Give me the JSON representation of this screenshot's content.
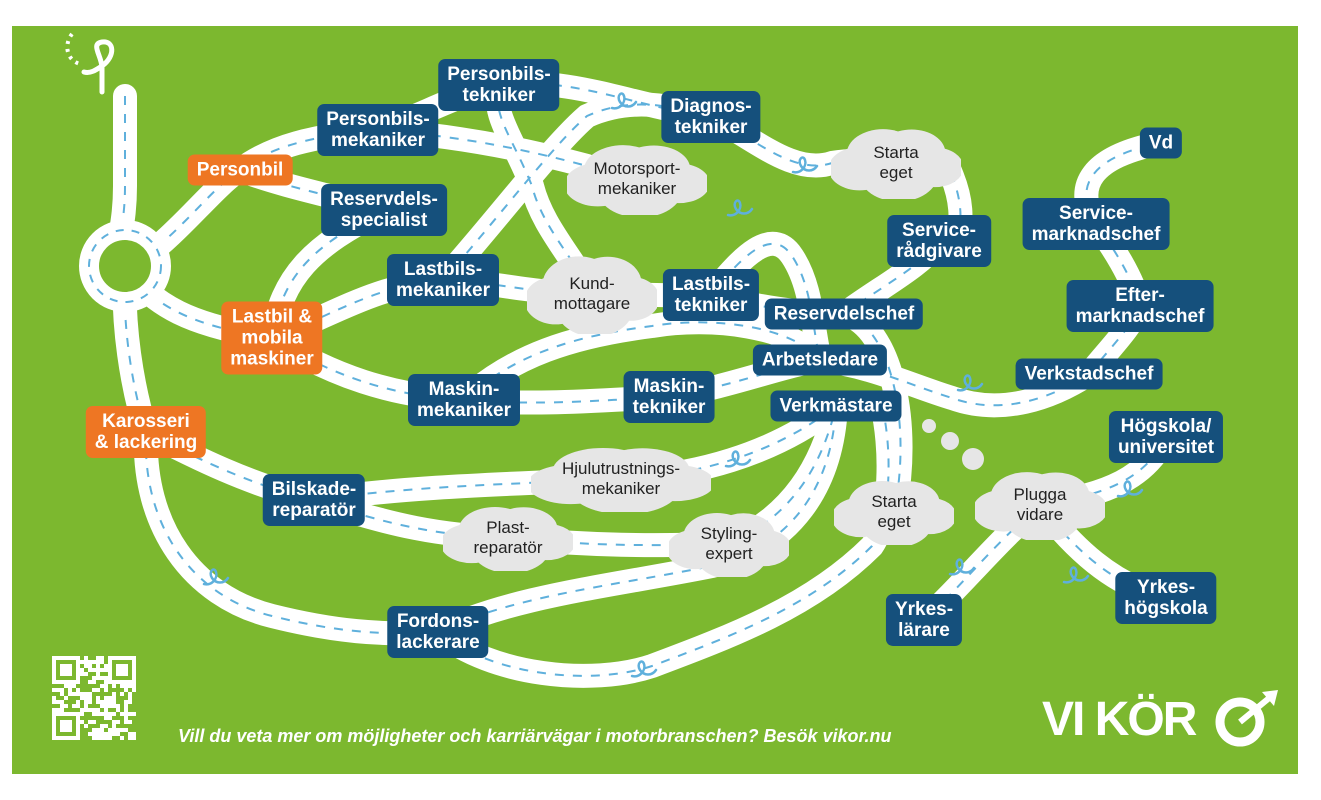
{
  "colors": {
    "background": "#7cb82f",
    "road": "#ffffff",
    "road_dash": "#5fb0dc",
    "node_blue": "#15507c",
    "node_orange": "#ee7623",
    "cloud": "#e6e6e6"
  },
  "nodes": [
    {
      "id": "personbilstekniker",
      "lines": [
        "Personbils-",
        "tekniker"
      ],
      "style": "blue"
    },
    {
      "id": "diagnostekniker",
      "lines": [
        "Diagnos-",
        "tekniker"
      ],
      "style": "blue"
    },
    {
      "id": "personbilsmekaniker",
      "lines": [
        "Personbils-",
        "mekaniker"
      ],
      "style": "blue"
    },
    {
      "id": "personbil",
      "lines": [
        "Personbil"
      ],
      "style": "orange"
    },
    {
      "id": "reservdelsspecialist",
      "lines": [
        "Reservdels-",
        "specialist"
      ],
      "style": "blue"
    },
    {
      "id": "vd",
      "lines": [
        "Vd"
      ],
      "style": "blue"
    },
    {
      "id": "servicemarknadschef",
      "lines": [
        "Service-",
        "marknadschef"
      ],
      "style": "blue"
    },
    {
      "id": "servicaradgivare",
      "lines": [
        "Service-",
        "rådgivare"
      ],
      "style": "blue"
    },
    {
      "id": "lastbilsmekaniker",
      "lines": [
        "Lastbils-",
        "mekaniker"
      ],
      "style": "blue"
    },
    {
      "id": "lastbilstekniker",
      "lines": [
        "Lastbils-",
        "tekniker"
      ],
      "style": "blue"
    },
    {
      "id": "reservdelschef",
      "lines": [
        "Reservdelschef"
      ],
      "style": "blue"
    },
    {
      "id": "eftermarknadschef",
      "lines": [
        "Efter-",
        "marknadschef"
      ],
      "style": "blue"
    },
    {
      "id": "lastbil",
      "lines": [
        "Lastbil &",
        "mobila",
        "maskiner"
      ],
      "style": "orange"
    },
    {
      "id": "arbetsledare",
      "lines": [
        "Arbetsledare"
      ],
      "style": "blue"
    },
    {
      "id": "verkstadschef",
      "lines": [
        "Verkstadschef"
      ],
      "style": "blue"
    },
    {
      "id": "maskinmekaniker",
      "lines": [
        "Maskin-",
        "mekaniker"
      ],
      "style": "blue"
    },
    {
      "id": "maskintekniker",
      "lines": [
        "Maskin-",
        "tekniker"
      ],
      "style": "blue"
    },
    {
      "id": "verkmastare",
      "lines": [
        "Verkmästare"
      ],
      "style": "blue"
    },
    {
      "id": "karosseri",
      "lines": [
        "Karosseri",
        "& lackering"
      ],
      "style": "orange"
    },
    {
      "id": "hogskola",
      "lines": [
        "Högskola/",
        "universitet"
      ],
      "style": "blue"
    },
    {
      "id": "bilskadereparator",
      "lines": [
        "Bilskade-",
        "reparatör"
      ],
      "style": "blue"
    },
    {
      "id": "yrkeshogskola",
      "lines": [
        "Yrkes-",
        "högskola"
      ],
      "style": "blue"
    },
    {
      "id": "yrkeslarare",
      "lines": [
        "Yrkes-",
        "lärare"
      ],
      "style": "blue"
    },
    {
      "id": "fordonslackerare",
      "lines": [
        "Fordons-",
        "lackerare"
      ],
      "style": "blue"
    }
  ],
  "clouds": [
    {
      "id": "starta-eget-top",
      "lines": [
        "Starta",
        "eget"
      ]
    },
    {
      "id": "motorsportmekaniker",
      "lines": [
        "Motorsport-",
        "mekaniker"
      ]
    },
    {
      "id": "kundmottagare",
      "lines": [
        "Kund-",
        "mottagare"
      ]
    },
    {
      "id": "hjulutrustningsmekaniker",
      "lines": [
        "Hjulutrustnings-",
        "mekaniker"
      ]
    },
    {
      "id": "starta-eget-bottom",
      "lines": [
        "Starta",
        "eget"
      ]
    },
    {
      "id": "plugga-vidare",
      "lines": [
        "Plugga",
        "vidare"
      ]
    },
    {
      "id": "plastreparator",
      "lines": [
        "Plast-",
        "reparatör"
      ]
    },
    {
      "id": "stylingexpert",
      "lines": [
        "Styling-",
        "expert"
      ]
    }
  ],
  "footer": {
    "text": "Vill du veta mer om möjligheter och karriärvägar i motorbranschen? Besök vikor.nu"
  },
  "logo": {
    "text": "VI KÖR",
    "icon": "arrow-circle-icon"
  },
  "icons": {
    "start": "road-start-loop-icon",
    "qr": "qr-code-icon",
    "road_marker": "road-loop-marker-icon"
  }
}
